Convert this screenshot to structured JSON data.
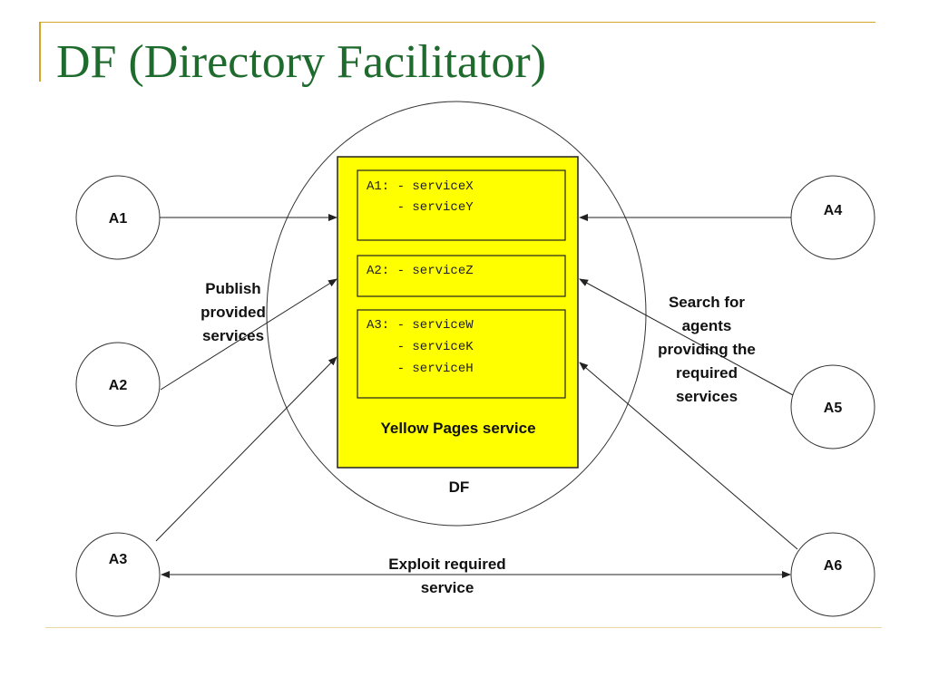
{
  "slide": {
    "title": "DF (Directory Facilitator)"
  },
  "diagram": {
    "df_label": "DF",
    "yellow_pages_label": "Yellow Pages service",
    "agents": [
      "A1",
      "A2",
      "A3",
      "A4",
      "A5",
      "A6"
    ],
    "registry": [
      {
        "lines": [
          "A1: - serviceX",
          "    - serviceY"
        ]
      },
      {
        "lines": [
          "A2: - serviceZ"
        ]
      },
      {
        "lines": [
          "A3: - serviceW",
          "    - serviceK",
          "    - serviceH"
        ]
      }
    ],
    "publish_label": [
      "Publish",
      "provided",
      "services"
    ],
    "search_label": [
      "Search for",
      "agents",
      "providing the",
      "required",
      "services"
    ],
    "exploit_label": [
      "Exploit required",
      "service"
    ]
  },
  "colors": {
    "title": "#1f6b2e",
    "accent": "#d4a52a",
    "yellow_pages_fill": "#ffff00",
    "line": "#333333"
  }
}
